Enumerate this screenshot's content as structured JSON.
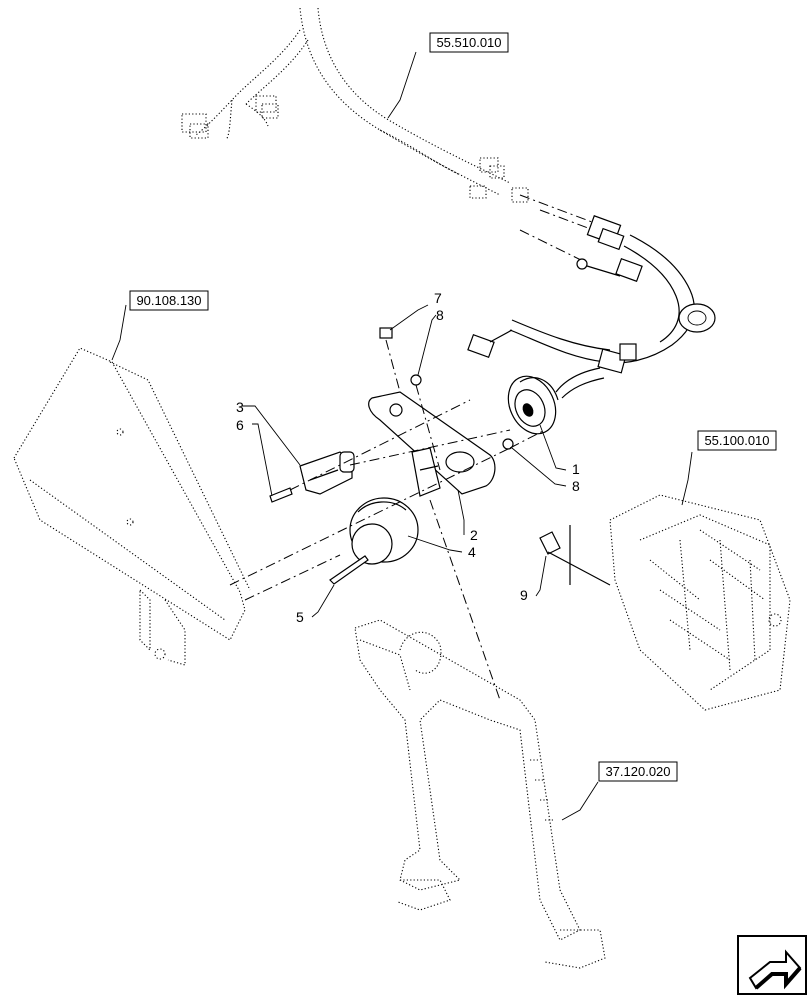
{
  "references": [
    {
      "id": "ref-55-510-010",
      "label": "55.510.010"
    },
    {
      "id": "ref-90-108-130",
      "label": "90.108.130"
    },
    {
      "id": "ref-55-100-010",
      "label": "55.100.010"
    },
    {
      "id": "ref-37-120-020",
      "label": "37.120.020"
    }
  ],
  "callouts": {
    "c1": "1",
    "c2": "2",
    "c3": "3",
    "c4": "4",
    "c5": "5",
    "c6": "6",
    "c7": "7",
    "c8a": "8",
    "c8b": "8",
    "c9": "9"
  },
  "icons": {
    "nav": "next-page-arrow-icon"
  }
}
